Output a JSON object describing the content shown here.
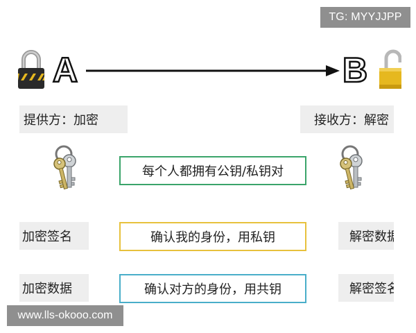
{
  "watermarks": {
    "top_right": "TG: MYYJJPP",
    "bottom_left": "www.lls-okooo.com"
  },
  "parties": {
    "a_letter": "A",
    "b_letter": "B"
  },
  "roles": {
    "left": "提供方：加密",
    "right": "接收方：解密"
  },
  "statements": {
    "keypair": "每个人都拥有公钥/私钥对",
    "sign": "确认我的身份，用私钥",
    "encrypt": "确认对方的身份，用共钥"
  },
  "actions": {
    "left_sign": "加密签名",
    "left_data": "加密数据",
    "right_data": "解密数据",
    "right_sign": "解密签名"
  },
  "colors": {
    "keypair_border": "#3aa46a",
    "sign_border": "#e7c13c",
    "encrypt_border": "#49aec9",
    "grey_box": "#eeeeee",
    "watermark": "#8f8f8f",
    "lock_gold": "#e6b81f"
  },
  "icons": [
    "lock-closed-icon",
    "lock-open-icon",
    "keys-icon",
    "arrow-right-icon"
  ]
}
